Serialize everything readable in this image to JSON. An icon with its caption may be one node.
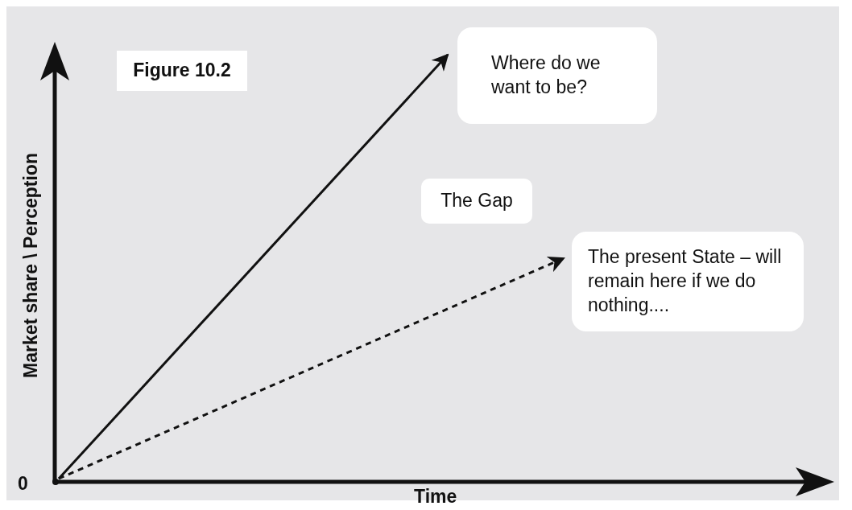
{
  "diagram": {
    "nodes": [
      {
        "text": [
          "Figure 10.2"
        ]
      },
      {
        "text": [
          "Where do we want to be?"
        ]
      },
      {
        "text": [
          "The Gap"
        ]
      },
      {
        "text": [
          "The present State – will remain here if we do nothing...."
        ]
      },
      {
        "text": [],
        "shape": "dot"
      }
    ],
    "edges": [
      {
        "from": 4,
        "to": 1,
        "arrow": "to"
      },
      {
        "from": 4,
        "to": 3,
        "arrow": "to",
        "style": "dashed"
      }
    ],
    "labels": [
      "Market share \\ Perception",
      "0",
      "Time"
    ]
  }
}
